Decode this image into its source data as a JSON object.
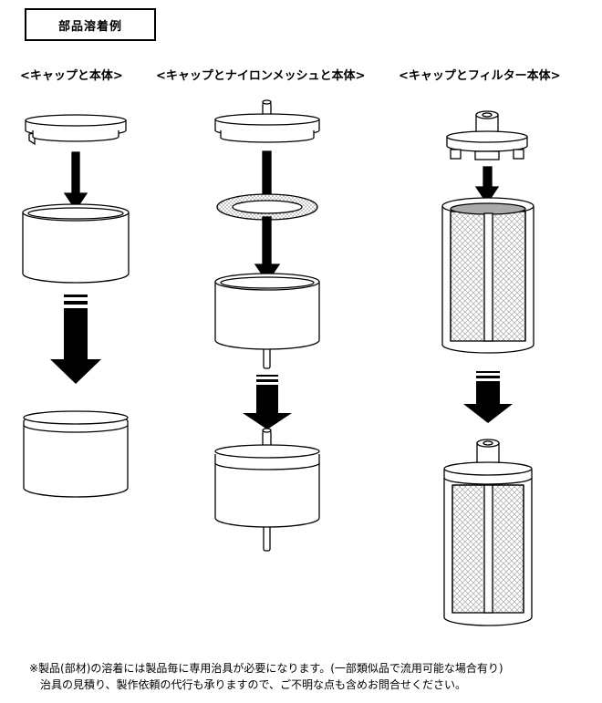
{
  "title": "部品溶着例",
  "columns": [
    {
      "heading": "<キャップと本体>"
    },
    {
      "heading": "<キャップとナイロンメッシュと本体>"
    },
    {
      "heading": "<キャップとフィルター本体>"
    }
  ],
  "notes": [
    "※製品(部材)の溶着には製品毎に専用治具が必要になります。(一部類似品で流用可能な場合有り)",
    "治具の見積り、製作依頼の代行も承りますので、ご不明な点も含めお問合せください。"
  ],
  "colors": {
    "line": "#000000",
    "mesh": "#bbbbbb",
    "filter_top": "#aaaaaa"
  }
}
